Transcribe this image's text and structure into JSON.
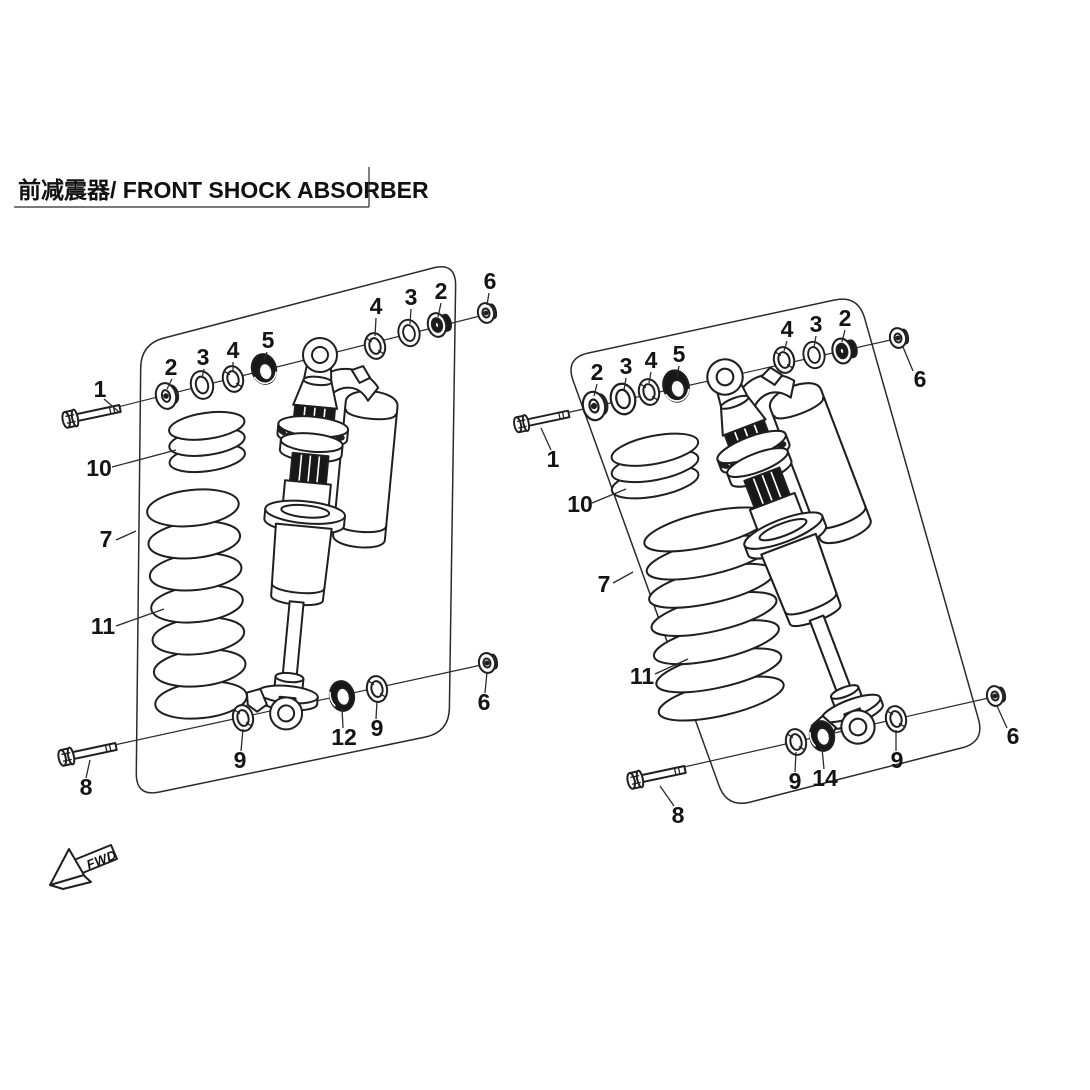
{
  "page": {
    "title_full": "前减震器/ FRONT SHOCK ABSORBER",
    "fwd_label": "FWD"
  },
  "diagram": {
    "ink_color": "#1f1f1f",
    "paper_color": "#ffffff",
    "panels": [
      {
        "id": "front-shock-left",
        "callouts": [
          "1",
          "2",
          "3",
          "4",
          "5",
          "4",
          "3",
          "2",
          "6",
          "10",
          "7",
          "11",
          "9",
          "12",
          "9",
          "6",
          "8"
        ]
      },
      {
        "id": "front-shock-right",
        "callouts": [
          "1",
          "2",
          "3",
          "4",
          "5",
          "4",
          "3",
          "2",
          "6",
          "10",
          "7",
          "11",
          "9",
          "14",
          "9",
          "6",
          "8"
        ]
      }
    ]
  }
}
